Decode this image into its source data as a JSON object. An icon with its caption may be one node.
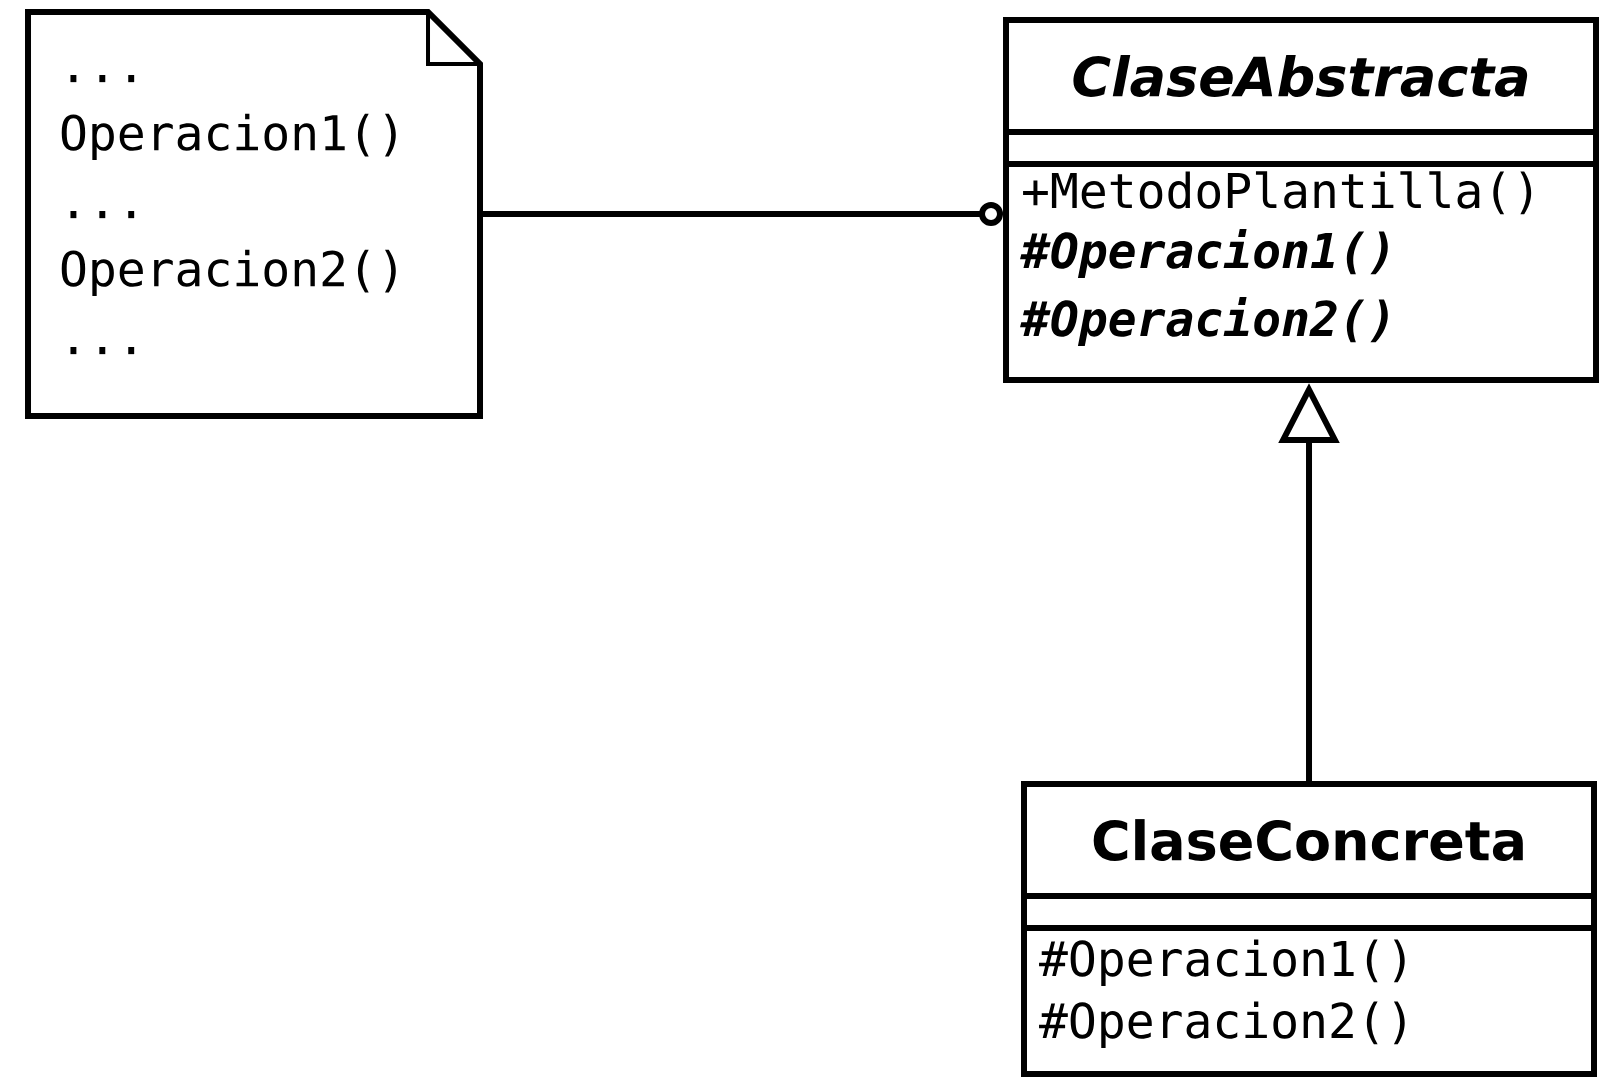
{
  "diagram": {
    "nodes": [
      {
        "text": [
          "... Operacion1() ... Operacion2() ..."
        ]
      },
      {
        "text": [
          "ClaseAbstracta",
          "+MetodoPlantilla()",
          "#Operacion1()",
          "#Operacion2()"
        ]
      },
      {
        "text": [
          "ClaseConcreta",
          "#Operacion1()",
          "#Operacion2()"
        ]
      }
    ],
    "edges": [
      {
        "from": 0,
        "to": 1,
        "arrow": "other"
      },
      {
        "from": 2,
        "to": 1,
        "arrow": "to"
      }
    ]
  }
}
